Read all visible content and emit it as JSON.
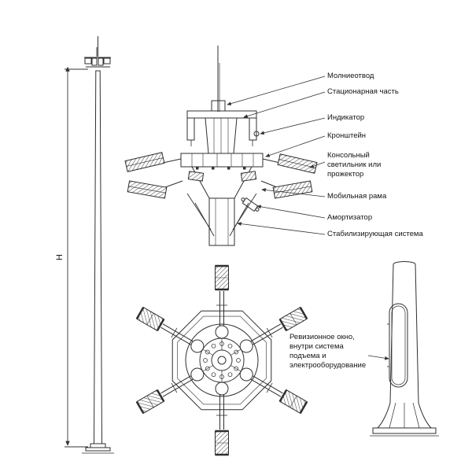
{
  "drawing": {
    "height_label": "H",
    "callouts": {
      "lightning_rod": "Молниеотвод",
      "stationary_part": "Стационарная часть",
      "indicator": "Индикатор",
      "bracket": "Кронштейн",
      "console_luminaire": "Консольный светильник или прожектор",
      "mobile_frame": "Мобильная рама",
      "shock_absorber": "Амортизатор",
      "stabilizing_system": "Стабилизирующая система",
      "inspection_window": "Ревизионное окно, внутри система подъема и электрооборудование"
    }
  },
  "colors": {
    "line": "#2f2f2f",
    "background": "#ffffff"
  }
}
